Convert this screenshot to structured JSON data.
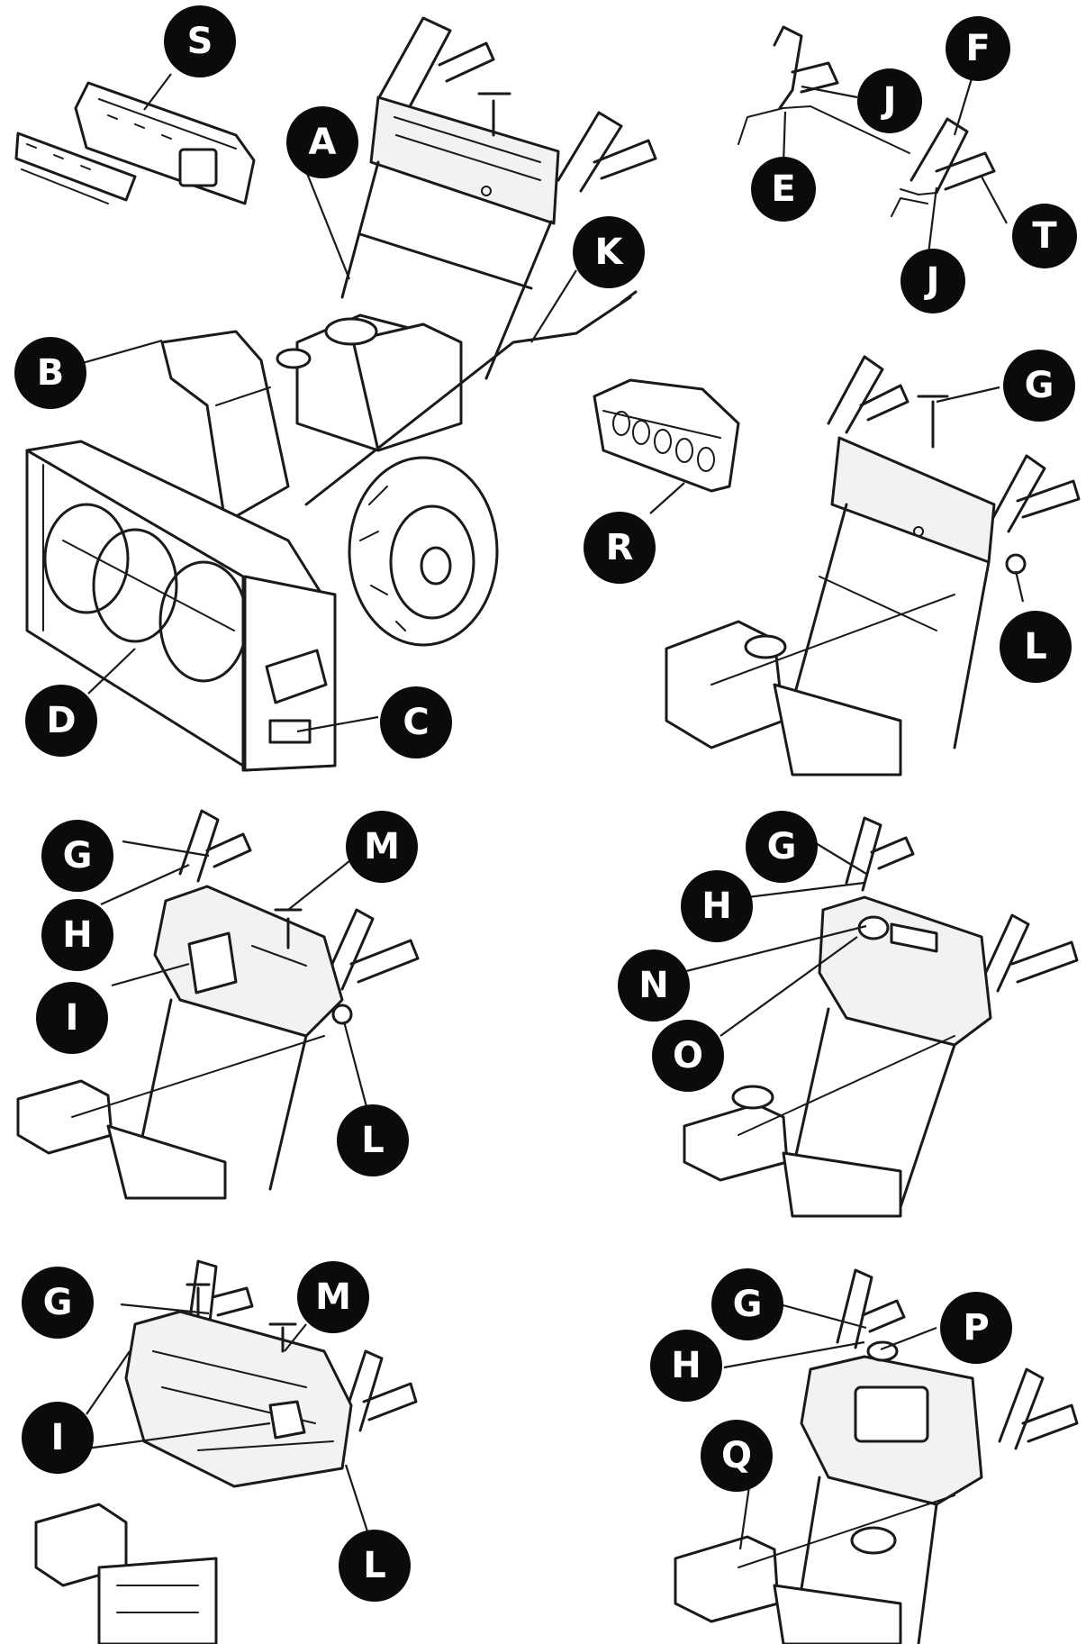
{
  "callouts": [
    {
      "id": "S",
      "label": "S"
    },
    {
      "id": "A",
      "label": "A"
    },
    {
      "id": "B",
      "label": "B"
    },
    {
      "id": "K",
      "label": "K"
    },
    {
      "id": "D",
      "label": "D"
    },
    {
      "id": "C",
      "label": "C"
    },
    {
      "id": "F",
      "label": "F"
    },
    {
      "id": "J1",
      "label": "J"
    },
    {
      "id": "E",
      "label": "E"
    },
    {
      "id": "T",
      "label": "T"
    },
    {
      "id": "J2",
      "label": "J"
    },
    {
      "id": "G1",
      "label": "G"
    },
    {
      "id": "R",
      "label": "R"
    },
    {
      "id": "L1",
      "label": "L"
    },
    {
      "id": "G2",
      "label": "G"
    },
    {
      "id": "M1",
      "label": "M"
    },
    {
      "id": "H1",
      "label": "H"
    },
    {
      "id": "I1",
      "label": "I"
    },
    {
      "id": "L2",
      "label": "L"
    },
    {
      "id": "G3",
      "label": "G"
    },
    {
      "id": "H2",
      "label": "H"
    },
    {
      "id": "N",
      "label": "N"
    },
    {
      "id": "O",
      "label": "O"
    },
    {
      "id": "G4",
      "label": "G"
    },
    {
      "id": "M2",
      "label": "M"
    },
    {
      "id": "I2",
      "label": "I"
    },
    {
      "id": "L3",
      "label": "L"
    },
    {
      "id": "G5",
      "label": "G"
    },
    {
      "id": "P",
      "label": "P"
    },
    {
      "id": "H3",
      "label": "H"
    },
    {
      "id": "Q",
      "label": "Q"
    }
  ],
  "colors": {
    "ink": "#1a1a1a",
    "badge": "#0b0b0b",
    "badge_text": "#ffffff",
    "background": "#ffffff"
  }
}
